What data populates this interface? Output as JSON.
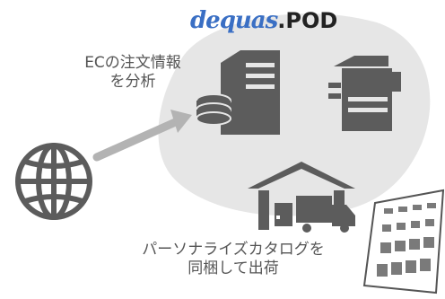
{
  "logo": {
    "script_text": "dequas",
    "suffix_text": ".POD"
  },
  "captions": {
    "analyze_line1": "ECの注文情報",
    "analyze_line2": "を分析",
    "bundle_line1": "パーソナライズカタログを",
    "bundle_line2": "同梱して出荷"
  },
  "colors": {
    "blob": "#e6e6e6",
    "icon": "#5c5c5c",
    "arrow": "#b3b3b3",
    "logo_blue": "#3a6fc4",
    "caption": "#555555"
  }
}
